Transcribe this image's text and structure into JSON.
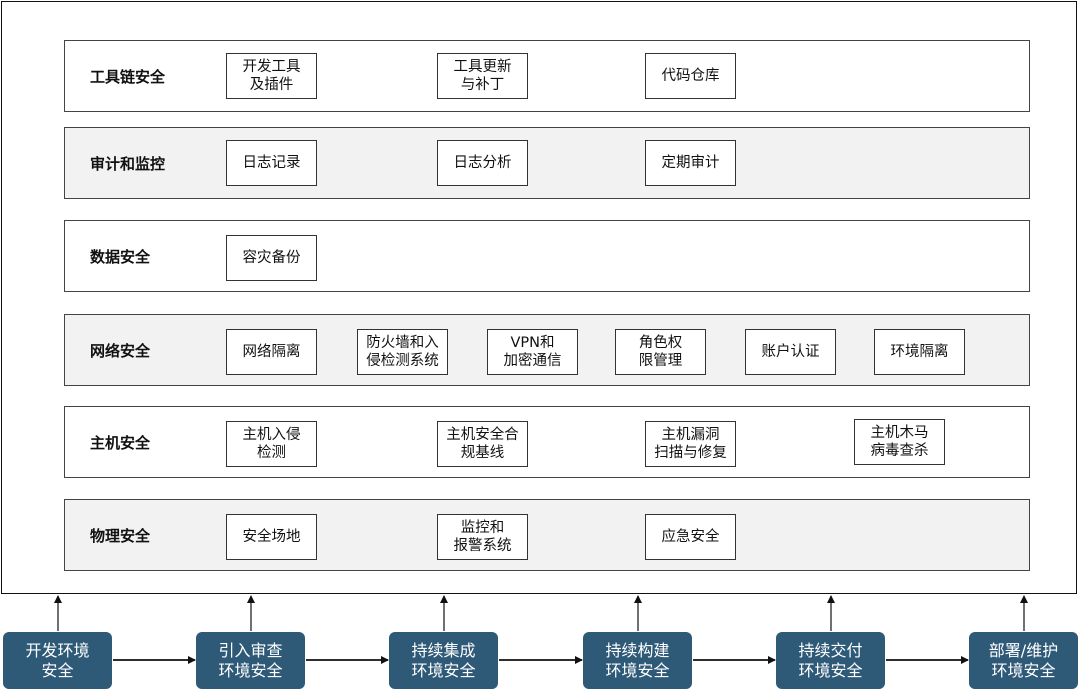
{
  "layers": [
    {
      "title": "工具链安全",
      "items": [
        "开发工具\n及插件",
        "工具更新\n与补丁",
        "代码仓库"
      ]
    },
    {
      "title": "审计和监控",
      "items": [
        "日志记录",
        "日志分析",
        "定期审计"
      ]
    },
    {
      "title": "数据安全",
      "items": [
        "容灾备份"
      ]
    },
    {
      "title": "网络安全",
      "items": [
        "网络隔离",
        "防火墙和入\n侵检测系统",
        "VPN和\n加密通信",
        "角色权\n限管理",
        "账户认证",
        "环境隔离"
      ]
    },
    {
      "title": "主机安全",
      "items": [
        "主机入侵\n检测",
        "主机安全合\n规基线",
        "主机漏洞\n扫描与修复",
        "主机木马\n病毒查杀"
      ]
    },
    {
      "title": "物理安全",
      "items": [
        "安全场地",
        "监控和\n报警系统",
        "应急安全"
      ]
    }
  ],
  "stages": [
    "开发环境\n安全",
    "引入审查\n环境安全",
    "持续集成\n环境安全",
    "持续构建\n环境安全",
    "持续交付\n环境安全",
    "部署/维护\n环境安全"
  ],
  "colors": {
    "stage_fill": "#2e5a78",
    "layer_gray": "#f2f2f2",
    "layer_white": "#ffffff",
    "stroke": "#111111"
  }
}
